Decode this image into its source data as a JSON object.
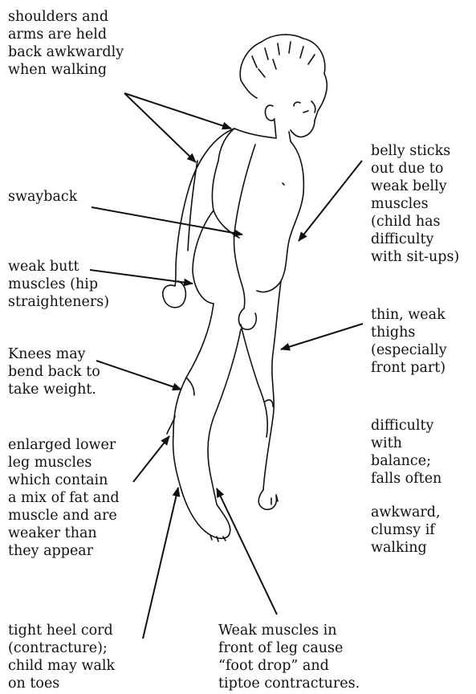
{
  "labels": {
    "shoulders": "shoulders and\narms are held\nback awkwardly\nwhen walking",
    "swayback": "swayback",
    "butt": "weak butt\nmuscles (hip\nstraighteners)",
    "knees": "Knees may\nbend back to\ntake weight.",
    "lower_leg": "enlarged lower\nleg muscles\nwhich contain\na mix of fat and\nmuscle and are\nweaker than\nthey appear",
    "heel": "tight heel cord\n(contracture);\nchild may walk\non toes",
    "belly": "belly sticks\nout due to\nweak belly\nmuscles\n(child has\ndifficulty\nwith sit-ups)",
    "thighs": "thin, weak\nthighs\n(especially\nfront part)",
    "balance": "difficulty\nwith\nbalance;\nfalls often",
    "awkward": "awkward,\nclumsy if\nwalking",
    "foot_drop": "Weak muscles in\nfront of leg cause\n“foot drop” and\ntiptoe contractures."
  },
  "colors": {
    "ink": "#111111"
  }
}
